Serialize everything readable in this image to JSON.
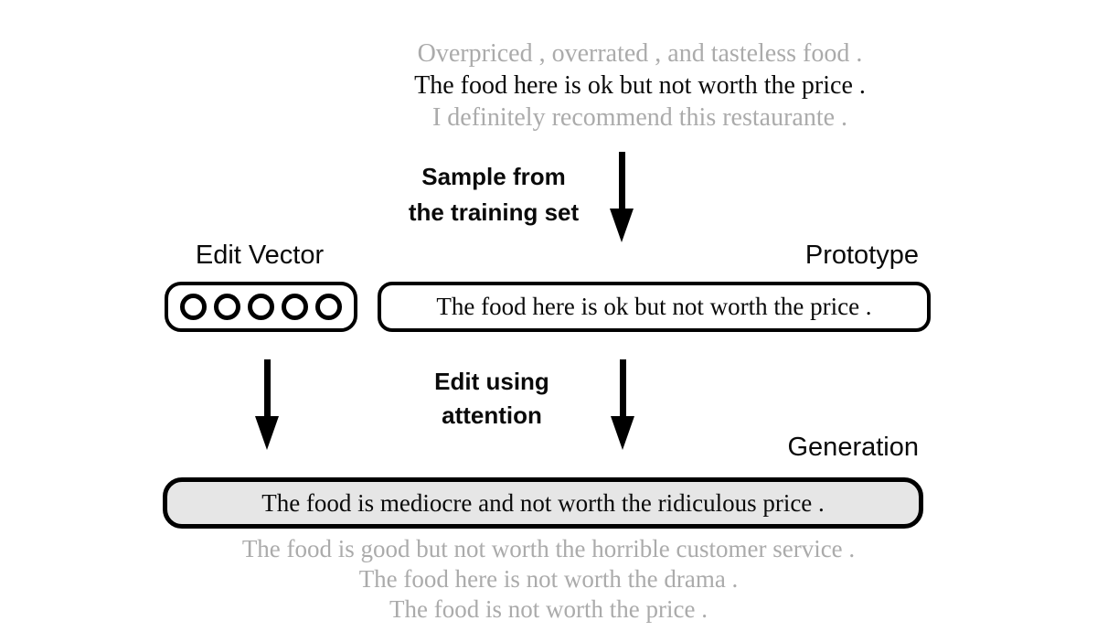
{
  "colors": {
    "background": "#ffffff",
    "muted_text": "#ababab",
    "main_text": "#0a0a0a",
    "box_border": "#000000",
    "generation_fill": "#e6e6e6"
  },
  "training_samples": {
    "above": "Overpriced , overrated , and tasteless food .",
    "selected": "The food here is ok but not worth the price .",
    "below": "I definitely recommend this restaurante ."
  },
  "sample_arrow_label": {
    "line1": "Sample from",
    "line2": "the training set"
  },
  "edit_vector": {
    "label": "Edit Vector",
    "nodes": 5
  },
  "prototype": {
    "label": "Prototype",
    "text": "The food here is ok but not worth the price ."
  },
  "edit_arrow_label": {
    "line1": "Edit using",
    "line2": "attention"
  },
  "generation": {
    "label": "Generation",
    "text": "The food is mediocre and not worth the ridiculous price ."
  },
  "alternative_generations": [
    "The food is good but not worth the horrible customer service .",
    "The food here is not worth the drama .",
    "The food is not worth the price ."
  ]
}
